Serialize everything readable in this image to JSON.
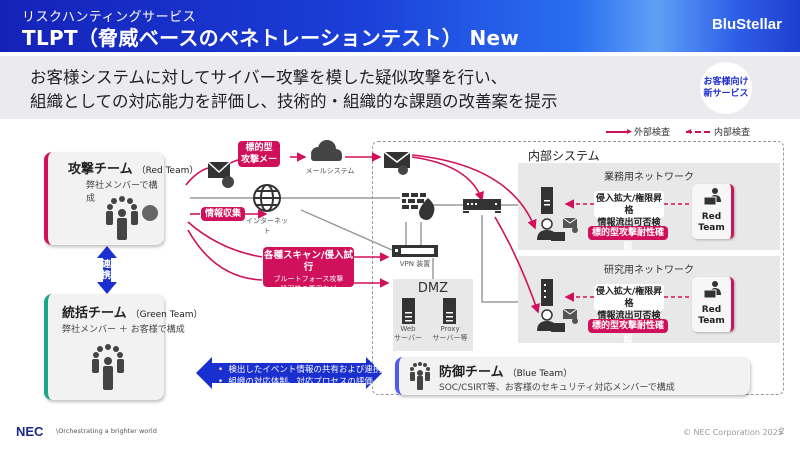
{
  "header": {
    "subtitle": "リスクハンティングサービス",
    "title": "TLPT（脅威ベースのペネトレーションテスト） New",
    "brand": "BluStellar"
  },
  "lead": {
    "line1": "お客様システムに対してサイバー攻撃を模した疑似攻撃を行い、",
    "line2": "組織としての対応能力を評価し、技術的・組織的な課題の改善案を提示"
  },
  "badge": {
    "line1": "お客様向け",
    "line2": "新サービス"
  },
  "legend": {
    "external": "外部検査",
    "internal": "内部検査"
  },
  "colors": {
    "accent": "#d0105a",
    "brand_blue": "#1a2fd0",
    "green": "#1aa688",
    "blue_team": "#4a5ee8"
  },
  "red_team": {
    "title": "攻撃チーム",
    "en": "（Red Team）",
    "desc": "弊社メンバーで構成",
    "icons": [
      "team-icon",
      "virus-icon"
    ]
  },
  "link_label": "連携",
  "green_team": {
    "title": "統括チーム",
    "en": "（Green Team）",
    "desc": "弊社メンバー ＋ お客様で構成"
  },
  "blue_team": {
    "title": "防御チーム",
    "en": "（Blue Team）",
    "desc": "SOC/CSIRT等、お客様のセキュリティ対応メンバーで構成"
  },
  "blue_arrow": {
    "items": [
      "検出したイベント情報の共有および連携",
      "組織の対応体制、対応プロセスの評価"
    ]
  },
  "attacks": {
    "phishing": {
      "line1": "標的型",
      "line2": "攻撃メール"
    },
    "recon": "情報収集",
    "scan": {
      "title": "各種スキャン/侵入試行",
      "sub1": "ブルートフォース攻撃",
      "sub2": "脆弱性の悪用など"
    }
  },
  "nodes": {
    "mail_system": "メールシステム",
    "internet": "インターネット",
    "vpn": "VPN 装置",
    "dmz": "DMZ",
    "web_server": [
      "Web",
      "サーバー"
    ],
    "proxy_server": [
      "Proxy",
      "サーバー等"
    ]
  },
  "internal": {
    "title": "内部システム",
    "networks": [
      {
        "name": "業務用ネットワーク",
        "info1": "侵入拡大/権限昇格",
        "info2": "情報流出可否検証",
        "tag": "標的型攻撃耐性確認",
        "red_team": [
          "Red",
          "Team"
        ]
      },
      {
        "name": "研究用ネットワーク",
        "info1": "侵入拡大/権限昇格",
        "info2": "情報流出可否検証",
        "tag": "標的型攻撃耐性確認",
        "red_team": [
          "Red",
          "Team"
        ]
      }
    ]
  },
  "footer": {
    "logo": "NEC",
    "tagline": "\\Orchestrating a brighter world",
    "copyright": "© NEC Corporation 2025",
    "page": "2"
  }
}
